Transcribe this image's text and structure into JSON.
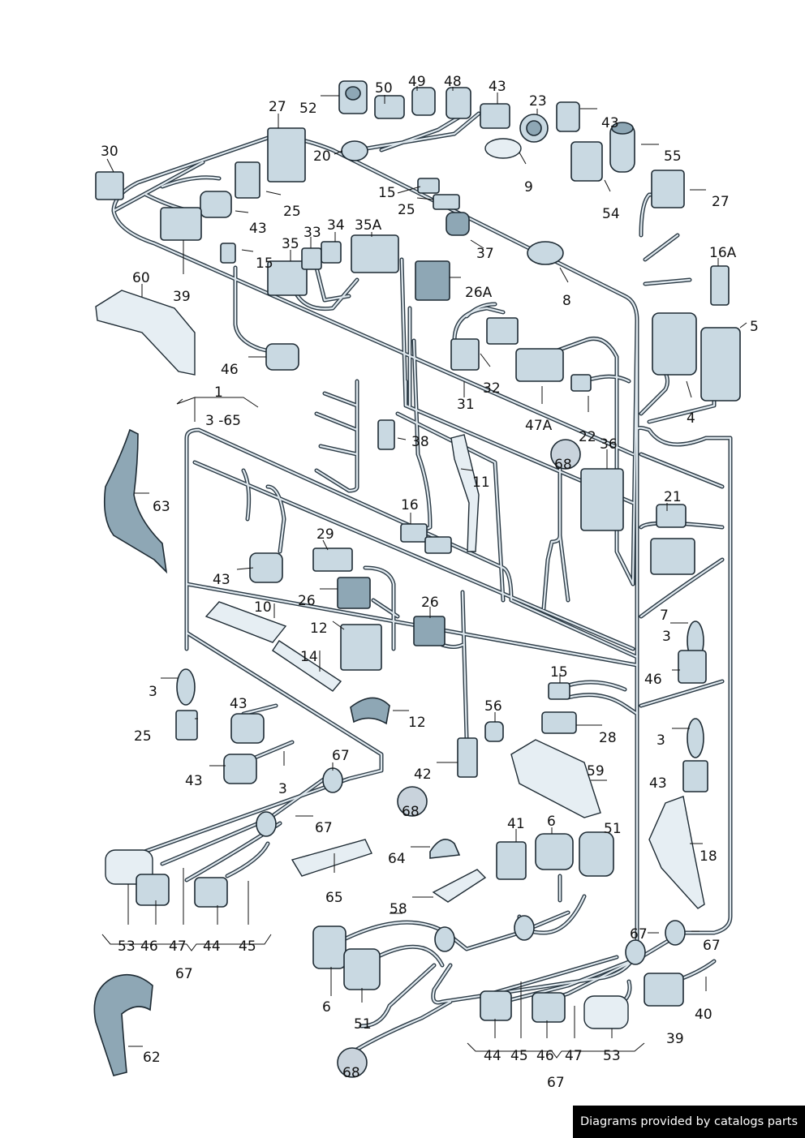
{
  "footer": "Diagrams provided by catalogs parts",
  "callouts": [
    {
      "id": "c1",
      "text": "27"
    },
    {
      "id": "c2",
      "text": "52"
    },
    {
      "id": "c3",
      "text": "50"
    },
    {
      "id": "c4",
      "text": "49"
    },
    {
      "id": "c5",
      "text": "48"
    },
    {
      "id": "c6",
      "text": "43"
    },
    {
      "id": "c7",
      "text": "23"
    },
    {
      "id": "c8",
      "text": "43"
    },
    {
      "id": "c9",
      "text": "30"
    },
    {
      "id": "c10",
      "text": "20"
    },
    {
      "id": "c11",
      "text": "55"
    },
    {
      "id": "c12",
      "text": "9"
    },
    {
      "id": "c13",
      "text": "27"
    },
    {
      "id": "c14",
      "text": "15"
    },
    {
      "id": "c15",
      "text": "25"
    },
    {
      "id": "c16",
      "text": "25"
    },
    {
      "id": "c17",
      "text": "54"
    },
    {
      "id": "c18",
      "text": "43"
    },
    {
      "id": "c19",
      "text": "34"
    },
    {
      "id": "c20",
      "text": "35A"
    },
    {
      "id": "c21",
      "text": "33"
    },
    {
      "id": "c22",
      "text": "35"
    },
    {
      "id": "c23",
      "text": "16A"
    },
    {
      "id": "c24",
      "text": "15"
    },
    {
      "id": "c25",
      "text": "37"
    },
    {
      "id": "c26",
      "text": "60"
    },
    {
      "id": "c27",
      "text": "26A"
    },
    {
      "id": "c28",
      "text": "8"
    },
    {
      "id": "c29",
      "text": "39"
    },
    {
      "id": "c30",
      "text": "5"
    },
    {
      "id": "c31",
      "text": "46"
    },
    {
      "id": "c32",
      "text": "32"
    },
    {
      "id": "c33",
      "text": "1"
    },
    {
      "id": "c34",
      "text": "31"
    },
    {
      "id": "c35",
      "text": "4"
    },
    {
      "id": "c36",
      "text": "3 -65"
    },
    {
      "id": "c37",
      "text": "47A"
    },
    {
      "id": "c38",
      "text": "22"
    },
    {
      "id": "c39",
      "text": "38"
    },
    {
      "id": "c40",
      "text": "36"
    },
    {
      "id": "c41",
      "text": "68"
    },
    {
      "id": "c42",
      "text": "11"
    },
    {
      "id": "c43",
      "text": "63"
    },
    {
      "id": "c44",
      "text": "21"
    },
    {
      "id": "c45",
      "text": "16"
    },
    {
      "id": "c46",
      "text": "29"
    },
    {
      "id": "c47",
      "text": "43"
    },
    {
      "id": "c48",
      "text": "26"
    },
    {
      "id": "c49",
      "text": "26"
    },
    {
      "id": "c50",
      "text": "10"
    },
    {
      "id": "c51",
      "text": "7"
    },
    {
      "id": "c52",
      "text": "3"
    },
    {
      "id": "c53",
      "text": "12"
    },
    {
      "id": "c54",
      "text": "14"
    },
    {
      "id": "c55",
      "text": "46"
    },
    {
      "id": "c56",
      "text": "15"
    },
    {
      "id": "c57",
      "text": "3"
    },
    {
      "id": "c58",
      "text": "43"
    },
    {
      "id": "c59",
      "text": "56"
    },
    {
      "id": "c60",
      "text": "12"
    },
    {
      "id": "c61",
      "text": "25"
    },
    {
      "id": "c62",
      "text": "28"
    },
    {
      "id": "c63",
      "text": "3"
    },
    {
      "id": "c64",
      "text": "67"
    },
    {
      "id": "c65",
      "text": "42"
    },
    {
      "id": "c66",
      "text": "59"
    },
    {
      "id": "c67",
      "text": "43"
    },
    {
      "id": "c68",
      "text": "3"
    },
    {
      "id": "c69",
      "text": "43"
    },
    {
      "id": "c70",
      "text": "68"
    },
    {
      "id": "c71",
      "text": "67"
    },
    {
      "id": "c72",
      "text": "41"
    },
    {
      "id": "c73",
      "text": "6"
    },
    {
      "id": "c74",
      "text": "51"
    },
    {
      "id": "c75",
      "text": "64"
    },
    {
      "id": "c76",
      "text": "18"
    },
    {
      "id": "c77",
      "text": "65"
    },
    {
      "id": "c78",
      "text": "58"
    },
    {
      "id": "c79",
      "text": "53"
    },
    {
      "id": "c80",
      "text": "46"
    },
    {
      "id": "c81",
      "text": "47"
    },
    {
      "id": "c82",
      "text": "44"
    },
    {
      "id": "c83",
      "text": "45"
    },
    {
      "id": "c84",
      "text": "67"
    },
    {
      "id": "c85",
      "text": "67"
    },
    {
      "id": "c86",
      "text": "67"
    },
    {
      "id": "c87",
      "text": "6"
    },
    {
      "id": "c88",
      "text": "40"
    },
    {
      "id": "c89",
      "text": "51"
    },
    {
      "id": "c90",
      "text": "39"
    },
    {
      "id": "c91",
      "text": "62"
    },
    {
      "id": "c92",
      "text": "44"
    },
    {
      "id": "c93",
      "text": "45"
    },
    {
      "id": "c94",
      "text": "46"
    },
    {
      "id": "c95",
      "text": "47"
    },
    {
      "id": "c96",
      "text": "53"
    },
    {
      "id": "c97",
      "text": "68"
    },
    {
      "id": "c98",
      "text": "67"
    }
  ]
}
